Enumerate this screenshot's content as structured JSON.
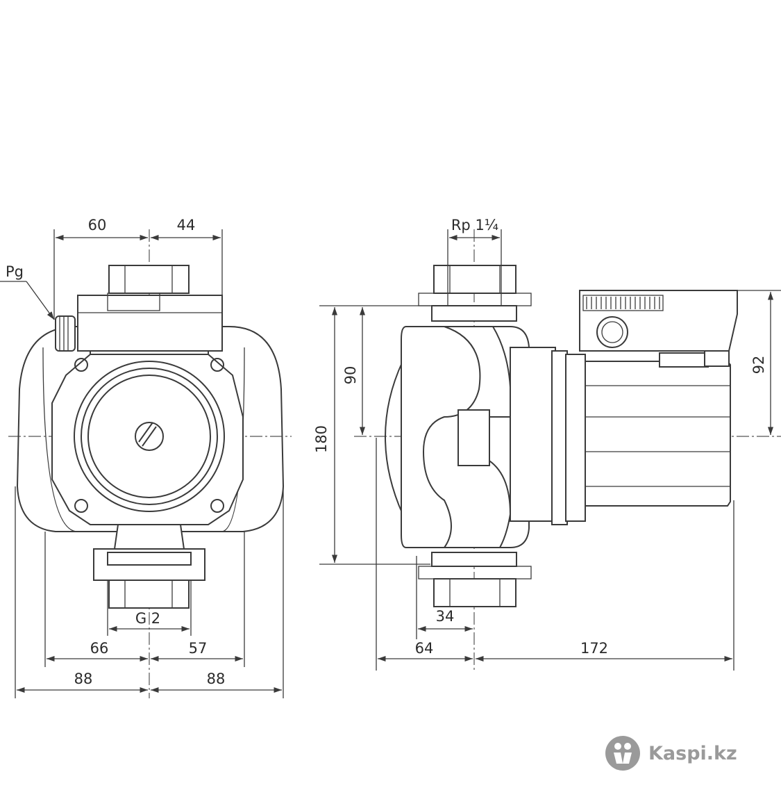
{
  "dimensions": {
    "front_top_left": "60",
    "front_top_right": "44",
    "pressure_gauge": "Pg",
    "bottom_thread": "G 2",
    "bottom_inner_left": "66",
    "bottom_inner_right": "57",
    "bottom_outer_left": "88",
    "bottom_outer_right": "88",
    "side_top_thread": "Rp 1¼",
    "side_height_half": "90",
    "side_height_total": "180",
    "side_motor_height": "92",
    "side_bottom_small": "34",
    "side_bottom_left": "64",
    "side_bottom_right": "172"
  },
  "watermark": {
    "brand": "Kaspi.kz",
    "logo_icon": "kaspi-logo-icon"
  },
  "colors": {
    "line": "#3a3a3a",
    "watermark": "#9a9a9a"
  }
}
